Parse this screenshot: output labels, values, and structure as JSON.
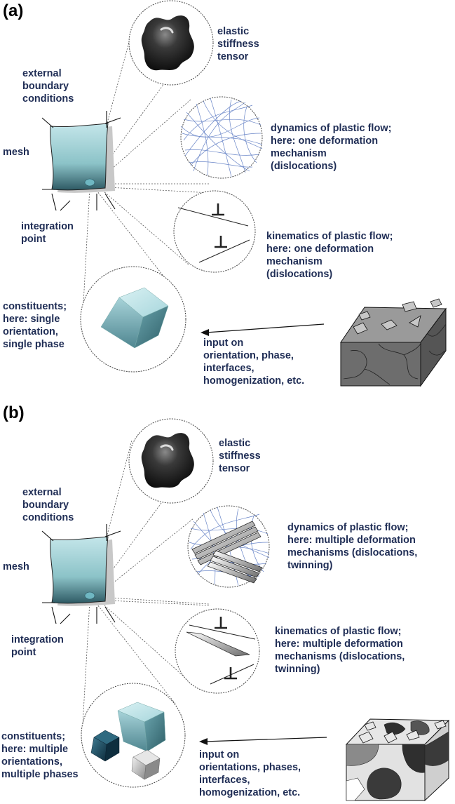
{
  "panels": [
    {
      "letter": "(a)",
      "labels": {
        "stiffness": "elastic\nstiffness\ntensor",
        "boundary": "external\nboundary\nconditions",
        "mesh": "mesh",
        "integration": "integration\npoint",
        "dynamics": "dynamics of plastic flow;\nhere: one deformation\nmechanism\n(dislocations)",
        "kinematics": "kinematics of plastic flow;\nhere: one deformation\nmechanism\n(dislocations)",
        "constituents": "constituents;\nhere: single\norientation,\nsingle phase",
        "input": "input on\norientation, phase,\ninterfaces,\nhomogenization, etc."
      }
    },
    {
      "letter": "(b)",
      "labels": {
        "stiffness": "elastic\nstiffness\ntensor",
        "boundary": "external\nboundary\nconditions",
        "mesh": "mesh",
        "integration": "integration\npoint",
        "dynamics": "dynamics of plastic flow;\nhere: multiple deformation\nmechanisms (dislocations,\ntwinning)",
        "kinematics": "kinematics of plastic flow;\nhere: multiple deformation\nmechanisms (dislocations,\ntwinning)",
        "constituents": "constituents;\nhere: multiple\norientations,\nmultiple phases",
        "input": "input on\norientations, phases,\ninterfaces,\nhomogenization, etc."
      }
    }
  ],
  "colors": {
    "text": "#1f2d55",
    "mesh_fill": "#a9d4d9",
    "crystal_fill": "#9fd0d6",
    "dislocation_lines": "#6a86c8",
    "block_grey": "#6d6d6d"
  },
  "icons": [
    "stiffness-surface-icon",
    "dislocation-network-icon",
    "dislocation-symbol-icon",
    "crystal-cube-icon",
    "microstructure-block-icon"
  ]
}
